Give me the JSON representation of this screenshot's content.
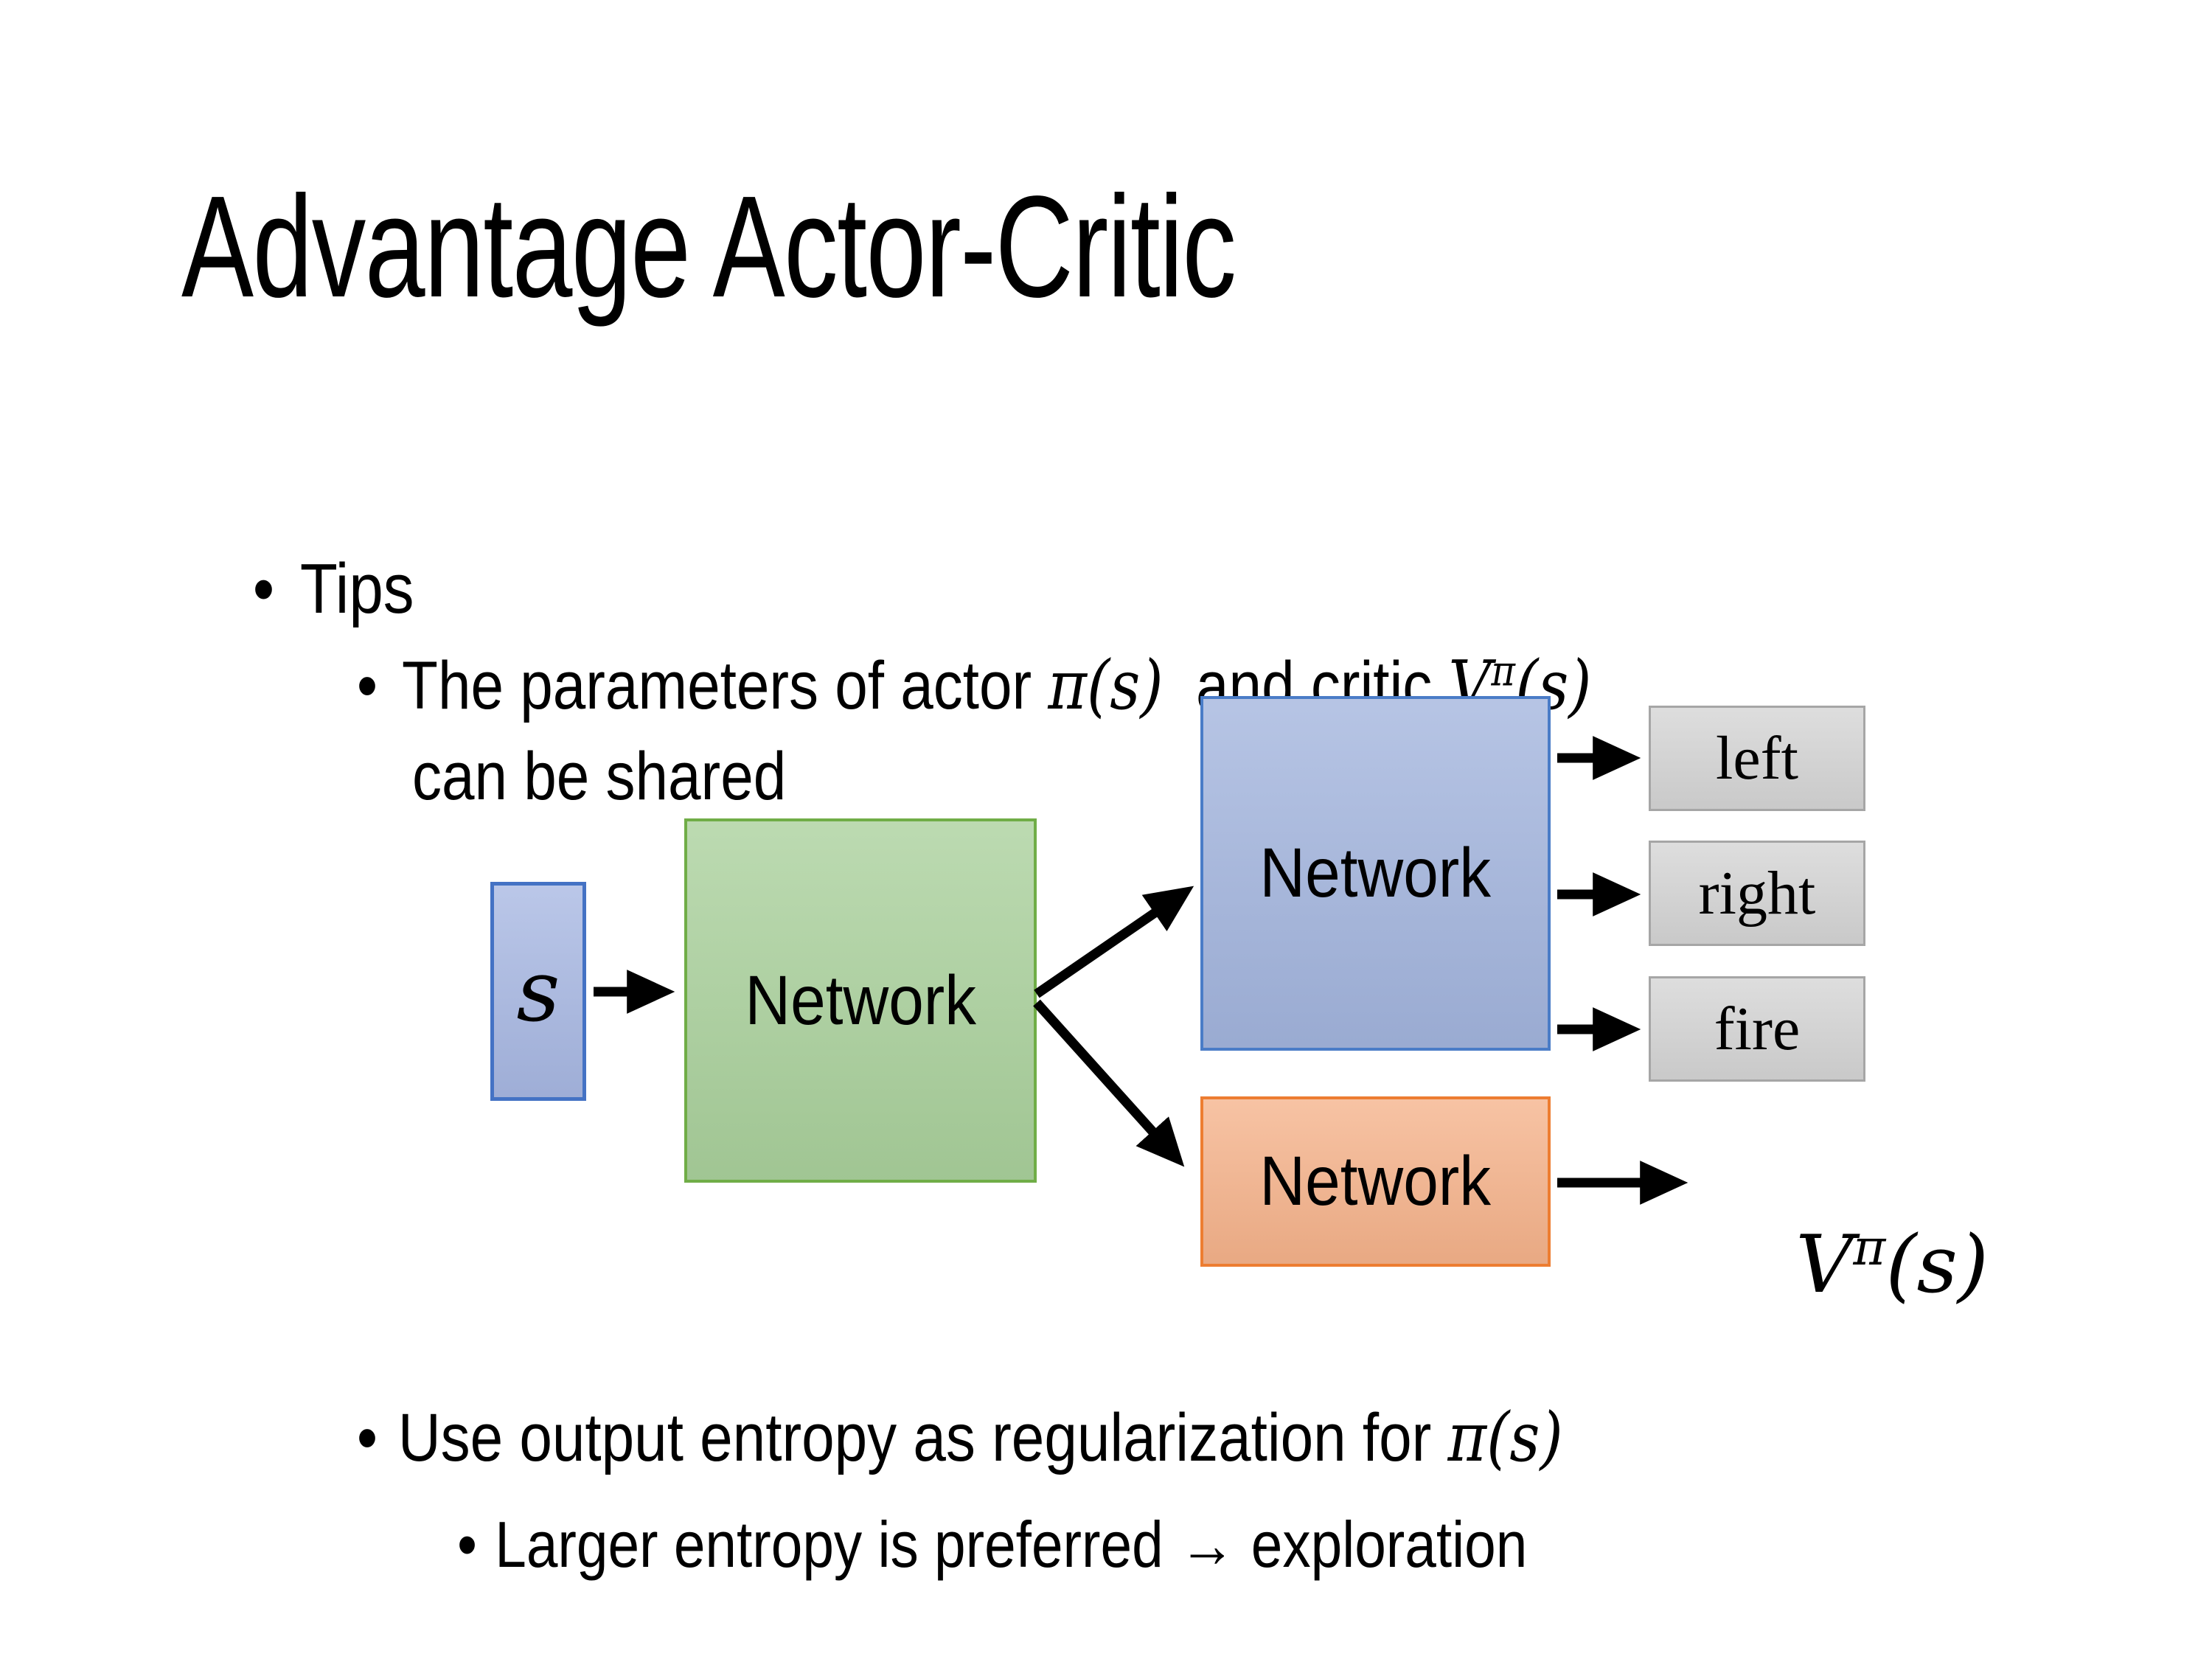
{
  "bullet_glyph": "•",
  "title": "Advantage Actor-Critic",
  "bullets": {
    "tips": "Tips",
    "param_line": {
      "pre": "The parameters of actor ",
      "actor_math": "π(s)",
      "mid": "  and critic ",
      "critic_base": "V",
      "critic_sup": "π",
      "critic_args": "(s)",
      "line2": "can be shared"
    },
    "entropy_line": {
      "pre": "Use output entropy as regularization for ",
      "math": "π(s)"
    },
    "exploration_line": "Larger entropy is preferred → exploration"
  },
  "diagram": {
    "state_label": "s",
    "shared_network_label": "Network",
    "actor_network_label": "Network",
    "critic_network_label": "Network",
    "actions": [
      "left",
      "right",
      "fire"
    ],
    "critic_output": {
      "base": "V",
      "sup": "π",
      "args": "(s)"
    },
    "colors": {
      "state_fill": "#a7b7e2",
      "state_border": "#4472c4",
      "shared_fill": "#a9d09b",
      "shared_border": "#70ad47",
      "actor_fill": "#a2b4dd",
      "actor_border": "#4a7cc7",
      "critic_fill": "#f5b28a",
      "critic_border": "#ed7d31",
      "action_fill": "#d4d4d4",
      "action_border": "#a6a6a6",
      "arrow": "#000000"
    }
  }
}
